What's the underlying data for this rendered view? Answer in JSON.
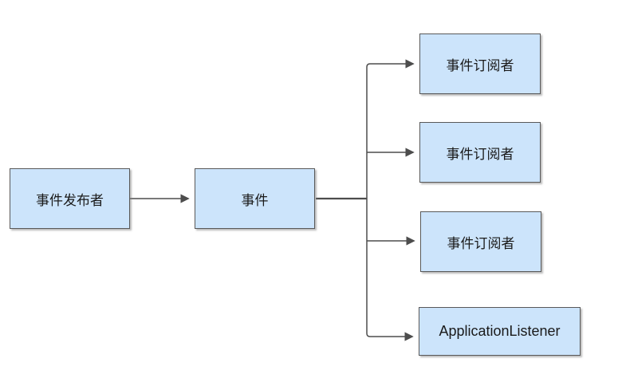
{
  "diagram": {
    "title": "event-publish-subscribe-flow",
    "colors": {
      "background": "#ffffff",
      "node_fill": "#cce4fb",
      "node_border": "#595959",
      "connector": "#4d4d4d",
      "text": "#1a1a1a"
    },
    "nodes": {
      "publisher": {
        "label": "事件发布者"
      },
      "event": {
        "label": "事件"
      },
      "subscriber1": {
        "label": "事件订阅者"
      },
      "subscriber2": {
        "label": "事件订阅者"
      },
      "subscriber3": {
        "label": "事件订阅者"
      },
      "listener": {
        "label": "ApplicationListener"
      }
    },
    "edges": [
      {
        "from": "事件发布者",
        "to": "事件",
        "arrow": true
      },
      {
        "from": "事件",
        "to": "事件订阅者",
        "arrow": true
      },
      {
        "from": "事件",
        "to": "事件订阅者",
        "arrow": true
      },
      {
        "from": "事件",
        "to": "事件订阅者",
        "arrow": true
      },
      {
        "from": "事件",
        "to": "ApplicationListener",
        "arrow": true
      }
    ]
  }
}
